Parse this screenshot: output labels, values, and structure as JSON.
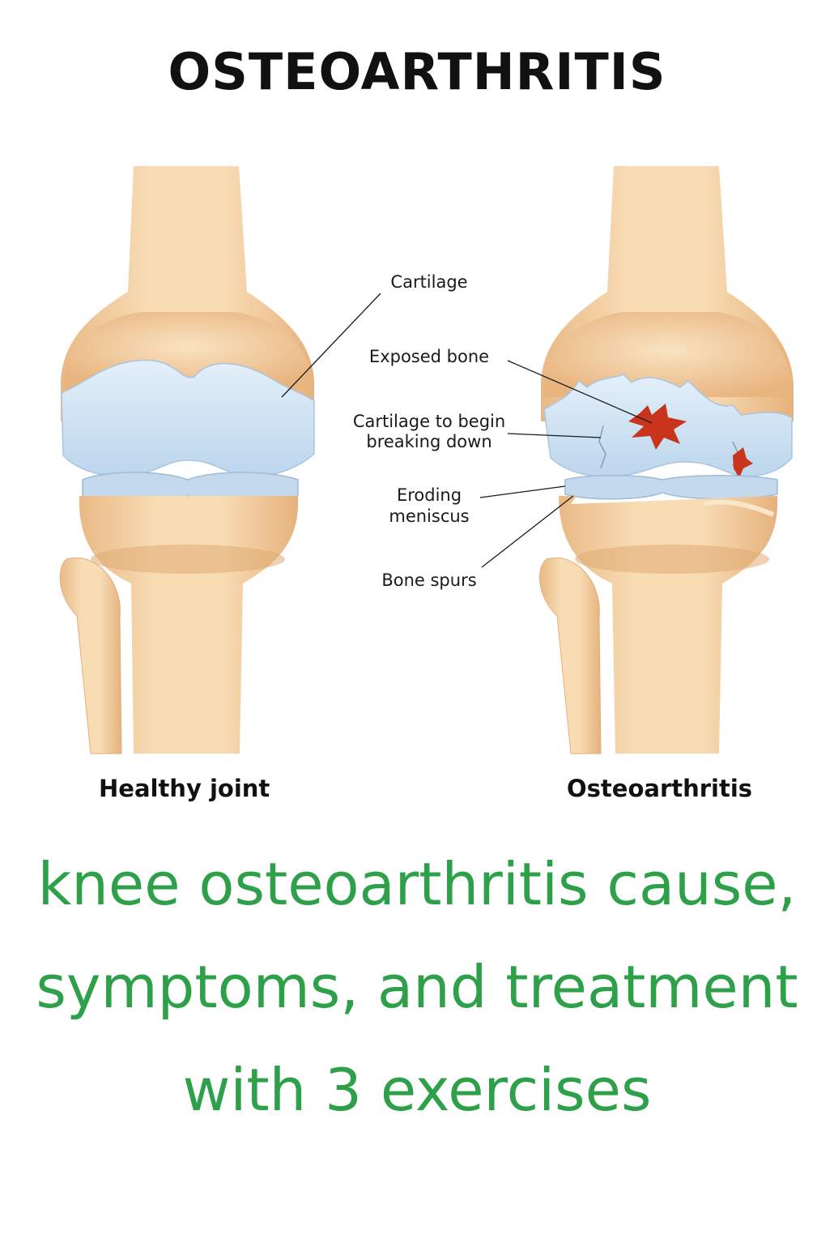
{
  "title": "OSTEOARTHRITIS",
  "labels": {
    "cartilage": "Cartilage",
    "exposed_bone": "Exposed bone",
    "cartilage_breaking_1": "Cartilage to begin",
    "cartilage_breaking_2": "breaking down",
    "eroding_1": "Eroding",
    "eroding_2": "meniscus",
    "bone_spurs": "Bone spurs"
  },
  "captions": {
    "left": "Healthy joint",
    "right": "Osteoarthritis"
  },
  "headline": "knee osteoarthritis cause, symptoms, and treatment with 3 exercises",
  "colors": {
    "bone": "#f3cfa0",
    "bone_shadow": "#e2b37e",
    "cartilage": "#cfe2f3",
    "meniscus": "#bcd3e8",
    "damage": "#c8341c",
    "headline": "#2ea04a"
  }
}
